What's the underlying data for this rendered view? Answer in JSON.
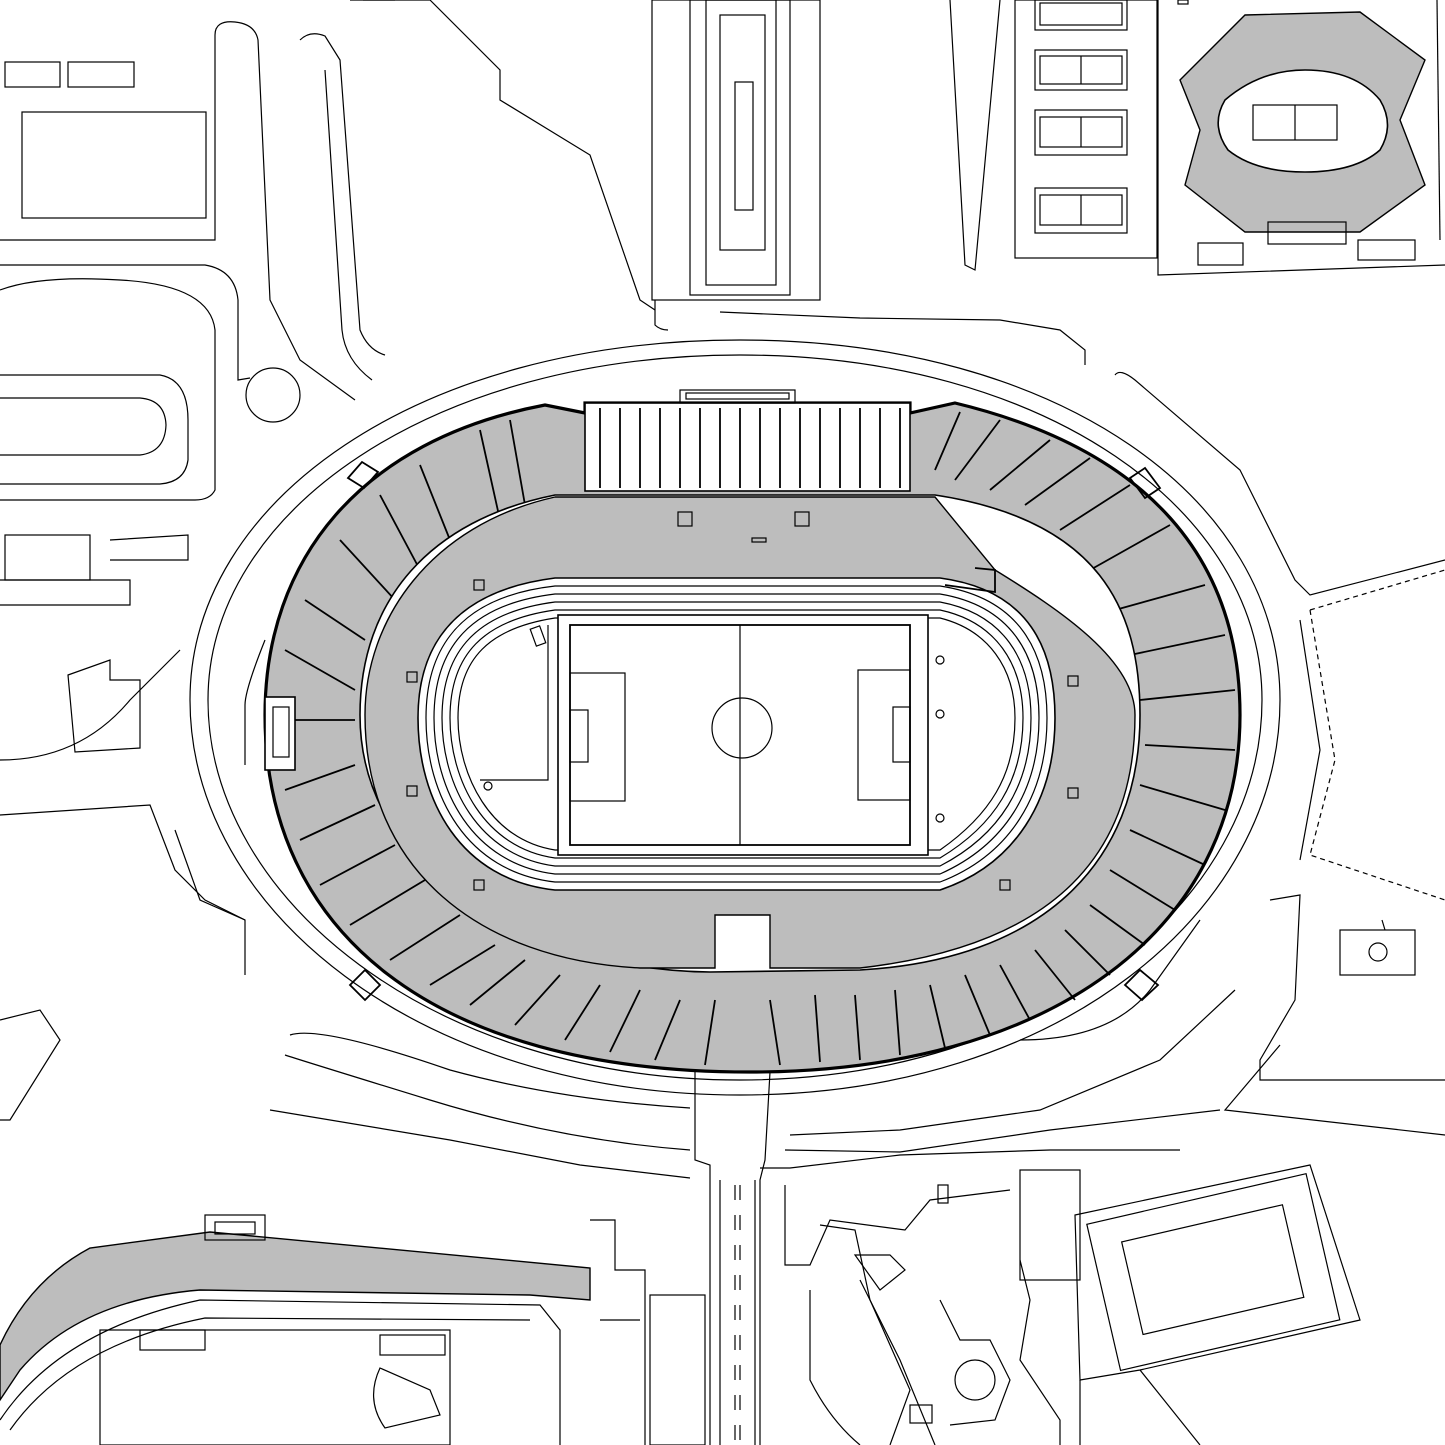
{
  "map": {
    "style": "monochrome line drawing, no text labels",
    "colors": {
      "line": "#000000",
      "background": "#ffffff",
      "seating": "#bdbdbd"
    },
    "features": [
      "main-stadium",
      "football-pitch",
      "running-track",
      "ring-road",
      "tennis-courts",
      "tennis-arena",
      "lower-left-stadium",
      "central-road"
    ]
  }
}
